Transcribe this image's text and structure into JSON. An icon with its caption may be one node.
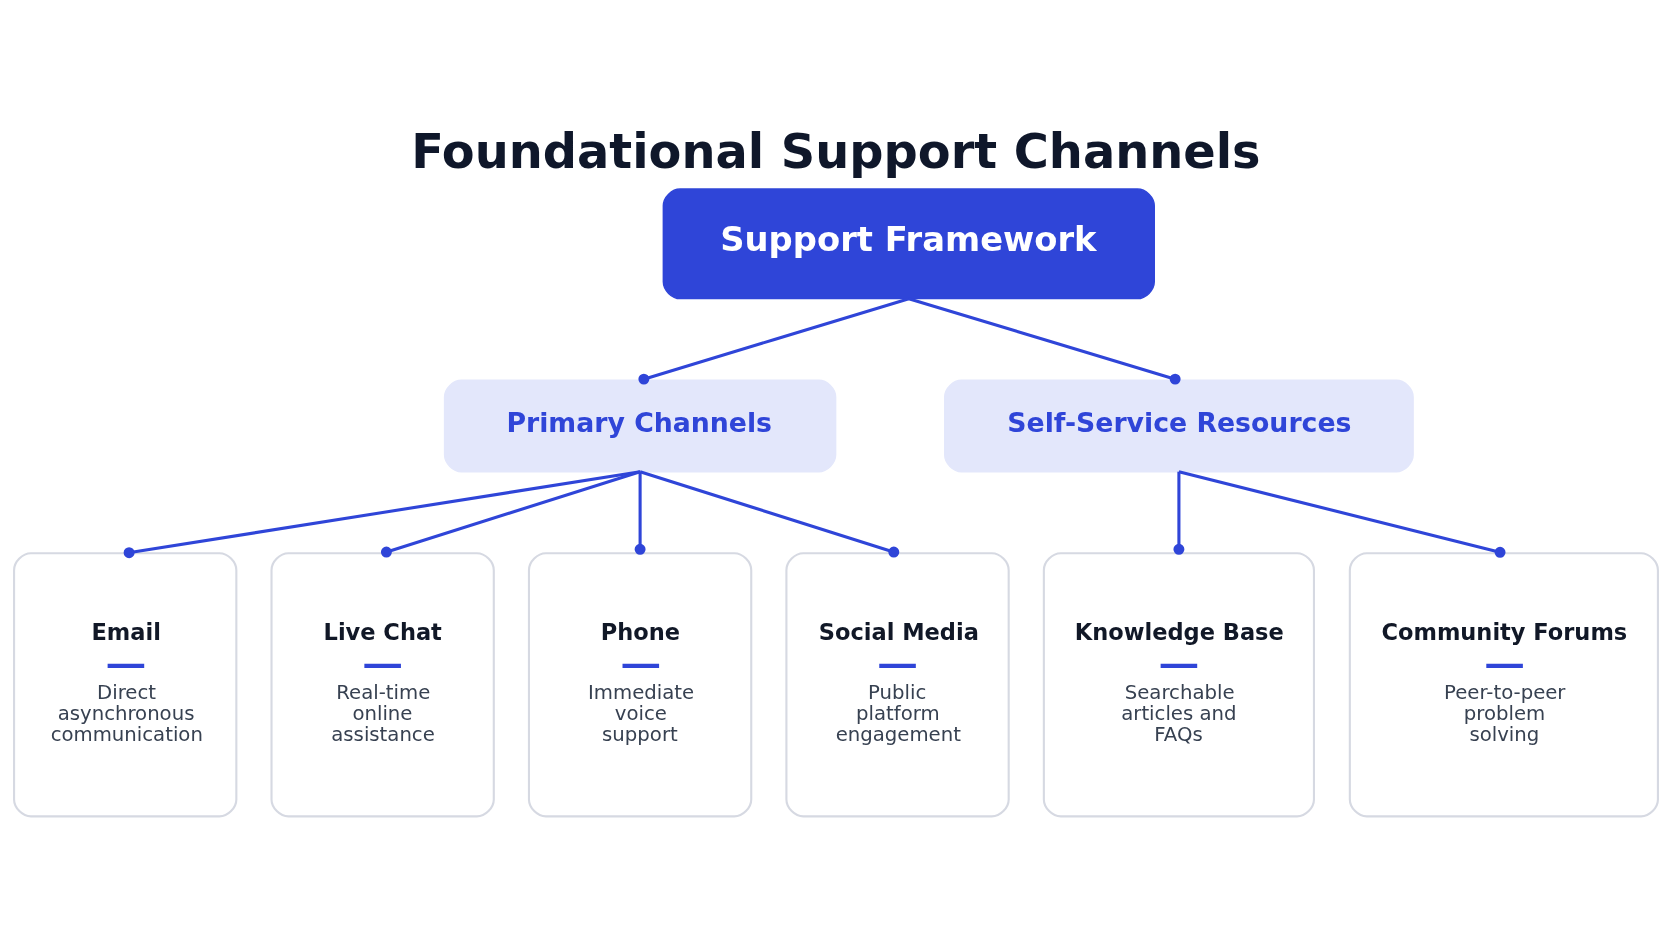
{
  "diagram": {
    "title": "Foundational Support Channels",
    "nodes": [
      {
        "text": [
          "Support Framework"
        ]
      },
      {
        "text": [
          "Primary Channels"
        ]
      },
      {
        "text": [
          "Self-Service Resources"
        ]
      },
      {
        "text": [
          "Email",
          "Direct asynchronous communication"
        ]
      },
      {
        "text": [
          "Live Chat",
          "Real-time online assistance"
        ]
      },
      {
        "text": [
          "Phone",
          "Immediate voice support"
        ]
      },
      {
        "text": [
          "Social Media",
          "Public platform engagement"
        ]
      },
      {
        "text": [
          "Knowledge Base",
          "Searchable articles and FAQs"
        ]
      },
      {
        "text": [
          "Community Forums",
          "Peer-to-peer problem solving"
        ]
      }
    ],
    "edges": [
      {
        "from": 0,
        "to": 1,
        "arrow": "other"
      },
      {
        "from": 0,
        "to": 2,
        "arrow": "other"
      },
      {
        "from": 1,
        "to": 3,
        "arrow": "other"
      },
      {
        "from": 1,
        "to": 4,
        "arrow": "other"
      },
      {
        "from": 1,
        "to": 5,
        "arrow": "other"
      },
      {
        "from": 1,
        "to": 6,
        "arrow": "other"
      },
      {
        "from": 2,
        "to": 7,
        "arrow": "other"
      },
      {
        "from": 2,
        "to": 8,
        "arrow": "other"
      }
    ]
  }
}
